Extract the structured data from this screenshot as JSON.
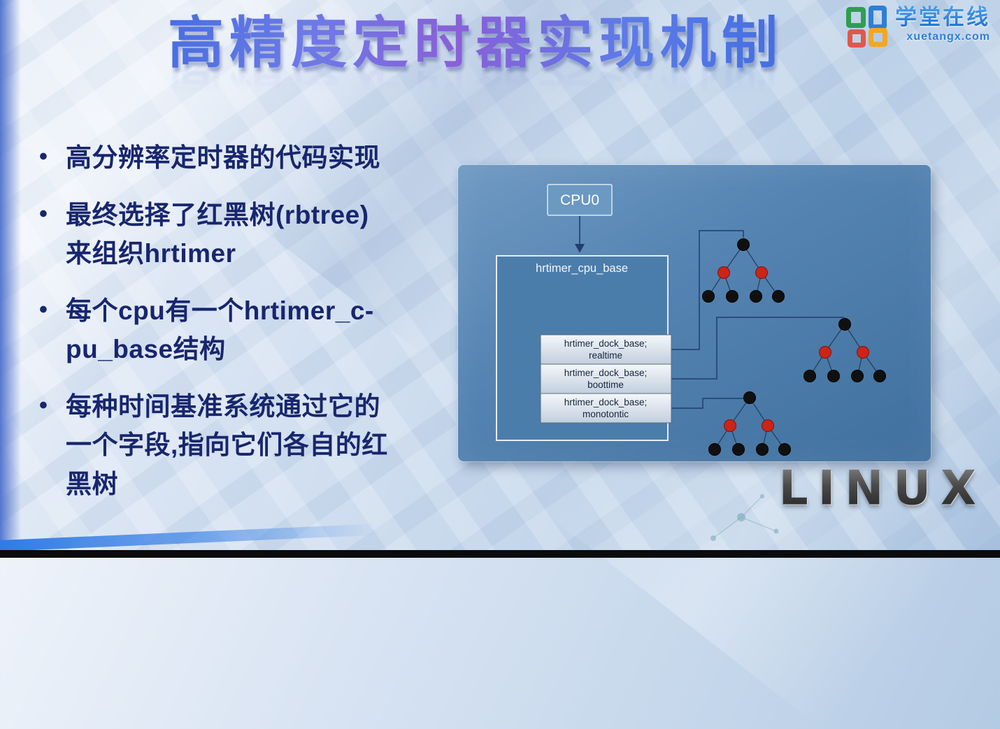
{
  "title": {
    "text": "高精度定时器实现机制"
  },
  "brand": {
    "name": "学堂在线",
    "domain": "xuetangx.com",
    "icon_colors": [
      "#2e9e4f",
      "#2f7fd6",
      "#e2574c",
      "#f5a623"
    ]
  },
  "bullets": [
    {
      "lines": [
        "高分辨率定时器的代码实现"
      ]
    },
    {
      "lines": [
        "最终选择了红黑树(rbtree)",
        "来组织hrtimer"
      ]
    },
    {
      "lines": [
        "每个cpu有一个hrtimer_c-",
        "pu_base结构"
      ]
    },
    {
      "lines": [
        "每种时间基准系统通过它的",
        "一个字段,指向它们各自的红",
        "黑树"
      ]
    }
  ],
  "diagram": {
    "cpu_label": "CPU0",
    "struct_label": "hrtimer_cpu_base",
    "clock_bases": [
      {
        "line1": "hrtimer_dock_base;",
        "line2": "realtime"
      },
      {
        "line1": "hrtimer_dock_base;",
        "line2": "boottime"
      },
      {
        "line1": "hrtimer_dock_base;",
        "line2": "monotontic"
      }
    ],
    "trees": [
      {
        "nodes": [
          "black",
          "red",
          "red",
          "black",
          "black",
          "black",
          "black"
        ]
      },
      {
        "nodes": [
          "black",
          "red",
          "red",
          "black",
          "black",
          "black",
          "black"
        ]
      },
      {
        "nodes": [
          "black",
          "red",
          "red",
          "black",
          "black",
          "black",
          "black"
        ]
      }
    ],
    "colors": {
      "node_black": "#101010",
      "node_red": "#cc2418",
      "connector": "#1e3e6e",
      "tree_edge": "#24405e"
    }
  },
  "footer": {
    "linux_logo": "LINUX"
  }
}
